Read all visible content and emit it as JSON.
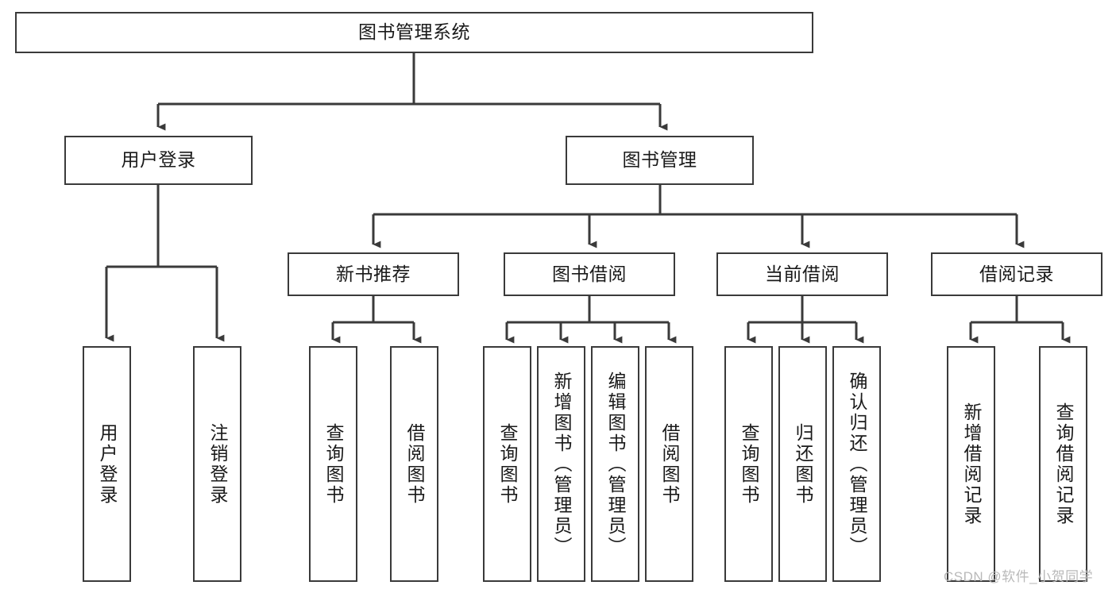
{
  "diagram": {
    "title": "图书管理系统",
    "type": "hierarchy-tree",
    "watermark": "CSDN @软件_小贺同学",
    "colors": {
      "box_border": "#3a3a3a",
      "box_fill": "#ffffff",
      "edge": "#3a3a3a",
      "text": "#1a1a1a",
      "watermark": "#b9b9b9",
      "background": "#ffffff"
    },
    "nodes": {
      "root": {
        "label": "图书管理系统",
        "level": 0
      },
      "level1": [
        {
          "id": "user-login",
          "label": "用户登录"
        },
        {
          "id": "book-manage",
          "label": "图书管理"
        }
      ],
      "level2": [
        {
          "id": "new-book-recommend",
          "label": "新书推荐",
          "parent": "book-manage"
        },
        {
          "id": "book-borrow",
          "label": "图书借阅",
          "parent": "book-manage"
        },
        {
          "id": "current-borrow",
          "label": "当前借阅",
          "parent": "book-manage"
        },
        {
          "id": "borrow-record",
          "label": "借阅记录",
          "parent": "book-manage"
        }
      ],
      "leaves": {
        "user-login": [
          {
            "id": "leaf-user-login",
            "label": "用户登录"
          },
          {
            "id": "leaf-user-logout",
            "label": "注销登录"
          }
        ],
        "new-book-recommend": [
          {
            "id": "leaf-query-book-1",
            "label": "查询图书"
          },
          {
            "id": "leaf-borrow-book-1",
            "label": "借阅图书"
          }
        ],
        "book-borrow": [
          {
            "id": "leaf-query-book-2",
            "label": "查询图书"
          },
          {
            "id": "leaf-add-book",
            "label": "新增图书（管理员）"
          },
          {
            "id": "leaf-edit-book",
            "label": "编辑图书（管理员）"
          },
          {
            "id": "leaf-borrow-book-2",
            "label": "借阅图书"
          }
        ],
        "current-borrow": [
          {
            "id": "leaf-query-book-3",
            "label": "查询图书"
          },
          {
            "id": "leaf-return-book",
            "label": "归还图书"
          },
          {
            "id": "leaf-confirm-return",
            "label": "确认归还（管理员）"
          }
        ],
        "borrow-record": [
          {
            "id": "leaf-add-record",
            "label": "新增借阅记录"
          },
          {
            "id": "leaf-query-record",
            "label": "查询借阅记录"
          }
        ]
      }
    }
  }
}
